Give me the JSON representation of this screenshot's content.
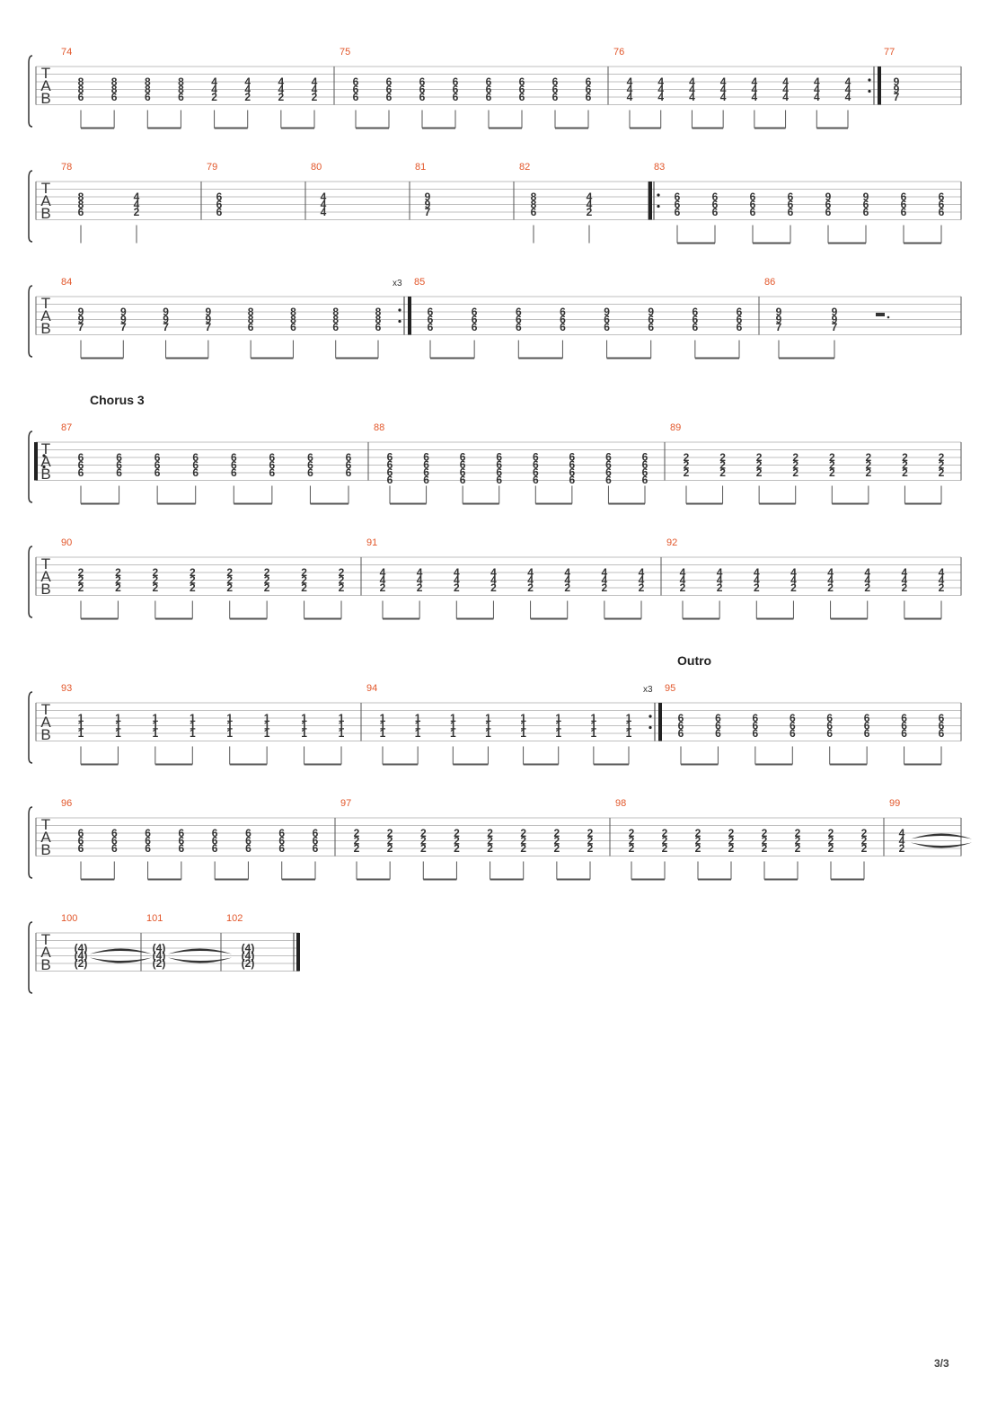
{
  "page_number": "3/3",
  "clef_letters": [
    "T",
    "A",
    "B"
  ],
  "sections": [
    {
      "label": "Chorus 3",
      "before_bar": "87"
    },
    {
      "label": "Outro",
      "before_bar": "95"
    }
  ],
  "systems": [
    {
      "bars": [
        {
          "num": "74",
          "chords": [
            [
              "8",
              "8",
              "6"
            ],
            [
              "8",
              "8",
              "6"
            ],
            [
              "8",
              "8",
              "6"
            ],
            [
              "8",
              "8",
              "6"
            ],
            [
              "4",
              "4",
              "2"
            ],
            [
              "4",
              "4",
              "2"
            ],
            [
              "4",
              "4",
              "2"
            ],
            [
              "4",
              "4",
              "2"
            ]
          ]
        },
        {
          "num": "75",
          "chords": [
            [
              "6",
              "6",
              "6"
            ],
            [
              "6",
              "6",
              "6"
            ],
            [
              "6",
              "6",
              "6"
            ],
            [
              "6",
              "6",
              "6"
            ],
            [
              "6",
              "6",
              "6"
            ],
            [
              "6",
              "6",
              "6"
            ],
            [
              "6",
              "6",
              "6"
            ],
            [
              "6",
              "6",
              "6"
            ]
          ]
        },
        {
          "num": "76",
          "chords": [
            [
              "4",
              "4",
              "4"
            ],
            [
              "4",
              "4",
              "4"
            ],
            [
              "4",
              "4",
              "4"
            ],
            [
              "4",
              "4",
              "4"
            ],
            [
              "4",
              "4",
              "4"
            ],
            [
              "4",
              "4",
              "4"
            ],
            [
              "4",
              "4",
              "4"
            ],
            [
              "4",
              "4",
              "4"
            ]
          ],
          "repeat_end": true
        },
        {
          "num": "77",
          "chords": [
            [
              "9",
              "9",
              "7"
            ]
          ],
          "beam": "none"
        }
      ]
    },
    {
      "bars": [
        {
          "num": "78",
          "chords": [
            [
              "8",
              "8",
              "6"
            ],
            [
              "4",
              "4",
              "2"
            ]
          ],
          "beam": "stems"
        },
        {
          "num": "79",
          "chords": [
            [
              "6",
              "6",
              "6"
            ]
          ],
          "beam": "none"
        },
        {
          "num": "80",
          "chords": [
            [
              "4",
              "4",
              "4"
            ]
          ],
          "beam": "none"
        },
        {
          "num": "81",
          "chords": [
            [
              "9",
              "9",
              "7"
            ]
          ],
          "beam": "none"
        },
        {
          "num": "82",
          "chords": [
            [
              "8",
              "8",
              "6"
            ],
            [
              "4",
              "4",
              "2"
            ]
          ],
          "beam": "stems"
        },
        {
          "num": "83",
          "chords": [
            [
              "6",
              "6",
              "6"
            ],
            [
              "6",
              "6",
              "6"
            ],
            [
              "6",
              "6",
              "6"
            ],
            [
              "6",
              "6",
              "6"
            ],
            [
              "9",
              "6",
              "6"
            ],
            [
              "9",
              "6",
              "6"
            ],
            [
              "6",
              "6",
              "6"
            ],
            [
              "6",
              "6",
              "6"
            ]
          ],
          "repeat_start": true
        }
      ]
    },
    {
      "bars": [
        {
          "num": "84",
          "chords": [
            [
              "9",
              "9",
              "7"
            ],
            [
              "9",
              "9",
              "7"
            ],
            [
              "9",
              "9",
              "7"
            ],
            [
              "9",
              "9",
              "7"
            ],
            [
              "8",
              "8",
              "6"
            ],
            [
              "8",
              "8",
              "6"
            ],
            [
              "8",
              "8",
              "6"
            ],
            [
              "8",
              "8",
              "6"
            ]
          ],
          "repeat_end": true,
          "repeat_count": "x3"
        },
        {
          "num": "85",
          "chords": [
            [
              "6",
              "6",
              "6"
            ],
            [
              "6",
              "6",
              "6"
            ],
            [
              "6",
              "6",
              "6"
            ],
            [
              "6",
              "6",
              "6"
            ],
            [
              "9",
              "6",
              "6"
            ],
            [
              "9",
              "6",
              "6"
            ],
            [
              "6",
              "6",
              "6"
            ],
            [
              "6",
              "6",
              "6"
            ]
          ]
        },
        {
          "num": "86",
          "chords": [
            [
              "9",
              "9",
              "7"
            ],
            [
              "9",
              "9",
              "7"
            ]
          ],
          "beam": "pair",
          "rest": true
        }
      ]
    },
    {
      "repeat_start": true,
      "bars": [
        {
          "num": "87",
          "chords": [
            [
              "6",
              "6",
              "6"
            ],
            [
              "6",
              "6",
              "6"
            ],
            [
              "6",
              "6",
              "6"
            ],
            [
              "6",
              "6",
              "6"
            ],
            [
              "6",
              "6",
              "6"
            ],
            [
              "6",
              "6",
              "6"
            ],
            [
              "6",
              "6",
              "6"
            ],
            [
              "6",
              "6",
              "6"
            ]
          ]
        },
        {
          "num": "88",
          "chords": [
            [
              "6",
              "6",
              "6",
              "6"
            ],
            [
              "6",
              "6",
              "6",
              "6"
            ],
            [
              "6",
              "6",
              "6",
              "6"
            ],
            [
              "6",
              "6",
              "6",
              "6"
            ],
            [
              "6",
              "6",
              "6",
              "6"
            ],
            [
              "6",
              "6",
              "6",
              "6"
            ],
            [
              "6",
              "6",
              "6",
              "6"
            ],
            [
              "6",
              "6",
              "6",
              "6"
            ]
          ]
        },
        {
          "num": "89",
          "chords": [
            [
              "2",
              "2",
              "2"
            ],
            [
              "2",
              "2",
              "2"
            ],
            [
              "2",
              "2",
              "2"
            ],
            [
              "2",
              "2",
              "2"
            ],
            [
              "2",
              "2",
              "2"
            ],
            [
              "2",
              "2",
              "2"
            ],
            [
              "2",
              "2",
              "2"
            ],
            [
              "2",
              "2",
              "2"
            ]
          ]
        }
      ]
    },
    {
      "bars": [
        {
          "num": "90",
          "chords": [
            [
              "2",
              "2",
              "2"
            ],
            [
              "2",
              "2",
              "2"
            ],
            [
              "2",
              "2",
              "2"
            ],
            [
              "2",
              "2",
              "2"
            ],
            [
              "2",
              "2",
              "2"
            ],
            [
              "2",
              "2",
              "2"
            ],
            [
              "2",
              "2",
              "2"
            ],
            [
              "2",
              "2",
              "2"
            ]
          ]
        },
        {
          "num": "91",
          "chords": [
            [
              "4",
              "4",
              "2"
            ],
            [
              "4",
              "4",
              "2"
            ],
            [
              "4",
              "4",
              "2"
            ],
            [
              "4",
              "4",
              "2"
            ],
            [
              "4",
              "4",
              "2"
            ],
            [
              "4",
              "4",
              "2"
            ],
            [
              "4",
              "4",
              "2"
            ],
            [
              "4",
              "4",
              "2"
            ]
          ]
        },
        {
          "num": "92",
          "chords": [
            [
              "4",
              "4",
              "2"
            ],
            [
              "4",
              "4",
              "2"
            ],
            [
              "4",
              "4",
              "2"
            ],
            [
              "4",
              "4",
              "2"
            ],
            [
              "4",
              "4",
              "2"
            ],
            [
              "4",
              "4",
              "2"
            ],
            [
              "4",
              "4",
              "2"
            ],
            [
              "4",
              "4",
              "2"
            ]
          ]
        }
      ]
    },
    {
      "bars": [
        {
          "num": "93",
          "chords": [
            [
              "1",
              "1",
              "1"
            ],
            [
              "1",
              "1",
              "1"
            ],
            [
              "1",
              "1",
              "1"
            ],
            [
              "1",
              "1",
              "1"
            ],
            [
              "1",
              "1",
              "1"
            ],
            [
              "1",
              "1",
              "1"
            ],
            [
              "1",
              "1",
              "1"
            ],
            [
              "1",
              "1",
              "1"
            ]
          ]
        },
        {
          "num": "94",
          "chords": [
            [
              "1",
              "1",
              "1"
            ],
            [
              "1",
              "1",
              "1"
            ],
            [
              "1",
              "1",
              "1"
            ],
            [
              "1",
              "1",
              "1"
            ],
            [
              "1",
              "1",
              "1"
            ],
            [
              "1",
              "1",
              "1"
            ],
            [
              "1",
              "1",
              "1"
            ],
            [
              "1",
              "1",
              "1"
            ]
          ],
          "repeat_end": true,
          "repeat_count": "x3"
        },
        {
          "num": "95",
          "chords": [
            [
              "6",
              "6",
              "6"
            ],
            [
              "6",
              "6",
              "6"
            ],
            [
              "6",
              "6",
              "6"
            ],
            [
              "6",
              "6",
              "6"
            ],
            [
              "6",
              "6",
              "6"
            ],
            [
              "6",
              "6",
              "6"
            ],
            [
              "6",
              "6",
              "6"
            ],
            [
              "6",
              "6",
              "6"
            ]
          ]
        }
      ]
    },
    {
      "bars": [
        {
          "num": "96",
          "chords": [
            [
              "6",
              "6",
              "6"
            ],
            [
              "6",
              "6",
              "6"
            ],
            [
              "6",
              "6",
              "6"
            ],
            [
              "6",
              "6",
              "6"
            ],
            [
              "6",
              "6",
              "6"
            ],
            [
              "6",
              "6",
              "6"
            ],
            [
              "6",
              "6",
              "6"
            ],
            [
              "6",
              "6",
              "6"
            ]
          ]
        },
        {
          "num": "97",
          "chords": [
            [
              "2",
              "2",
              "2"
            ],
            [
              "2",
              "2",
              "2"
            ],
            [
              "2",
              "2",
              "2"
            ],
            [
              "2",
              "2",
              "2"
            ],
            [
              "2",
              "2",
              "2"
            ],
            [
              "2",
              "2",
              "2"
            ],
            [
              "2",
              "2",
              "2"
            ],
            [
              "2",
              "2",
              "2"
            ]
          ]
        },
        {
          "num": "98",
          "chords": [
            [
              "2",
              "2",
              "2"
            ],
            [
              "2",
              "2",
              "2"
            ],
            [
              "2",
              "2",
              "2"
            ],
            [
              "2",
              "2",
              "2"
            ],
            [
              "2",
              "2",
              "2"
            ],
            [
              "2",
              "2",
              "2"
            ],
            [
              "2",
              "2",
              "2"
            ],
            [
              "2",
              "2",
              "2"
            ]
          ]
        },
        {
          "num": "99",
          "chords": [
            [
              "4",
              "4",
              "2"
            ]
          ],
          "beam": "none",
          "tie": true
        }
      ]
    },
    {
      "bars": [
        {
          "num": "100",
          "chords": [
            [
              "(4)",
              "(4)",
              "(2)"
            ]
          ],
          "beam": "none",
          "tie": true
        },
        {
          "num": "101",
          "chords": [
            [
              "(4)",
              "(4)",
              "(2)"
            ]
          ],
          "beam": "none",
          "tie": true
        },
        {
          "num": "102",
          "chords": [
            [
              "(4)",
              "(4)",
              "(2)"
            ]
          ],
          "beam": "none",
          "final": true
        }
      ]
    }
  ]
}
